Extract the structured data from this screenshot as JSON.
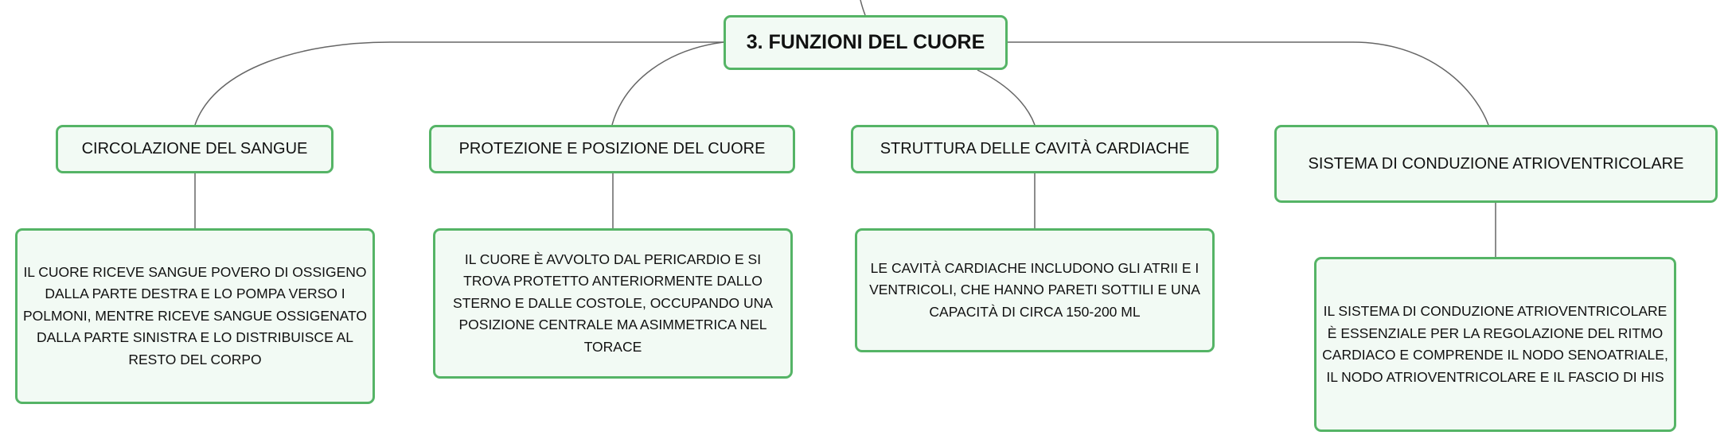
{
  "root": {
    "label": "3. FUNZIONI DEL CUORE"
  },
  "topics": [
    {
      "label": "CIRCOLAZIONE DEL SANGUE"
    },
    {
      "label": "PROTEZIONE E POSIZIONE DEL CUORE"
    },
    {
      "label": "STRUTTURA DELLE CAVITÀ CARDIACHE"
    },
    {
      "label": "SISTEMA DI CONDUZIONE ATRIOVENTRICOLARE"
    }
  ],
  "details": [
    {
      "text": "IL CUORE RICEVE SANGUE POVERO DI OSSIGENO DALLA PARTE DESTRA E LO POMPA VERSO I POLMONI, MENTRE RICEVE SANGUE OSSIGENATO DALLA PARTE SINISTRA E LO DISTRIBUISCE AL RESTO DEL CORPO"
    },
    {
      "text": "IL CUORE È AVVOLTO DAL PERICARDIO E SI TROVA PROTETTO ANTERIORMENTE DALLO STERNO E DALLE COSTOLE, OCCUPANDO UNA POSIZIONE CENTRALE MA ASIMMETRICA NEL TORACE"
    },
    {
      "text": "LE CAVITÀ CARDIACHE INCLUDONO GLI ATRII E I VENTRICOLI, CHE HANNO PARETI SOTTILI E UNA CAPACITÀ DI CIRCA 150-200 ML"
    },
    {
      "text": "IL SISTEMA DI CONDUZIONE ATRIOVENTRICOLARE È ESSENZIALE PER LA REGOLAZIONE DEL RITMO CARDIACO E COMPRENDE IL NODO SENOATRIALE, IL NODO ATRIOVENTRICOLARE E IL FASCIO DI HIS"
    }
  ],
  "colors": {
    "node_border": "#55b466",
    "node_fill": "#f2faf4",
    "connector": "#666666"
  }
}
